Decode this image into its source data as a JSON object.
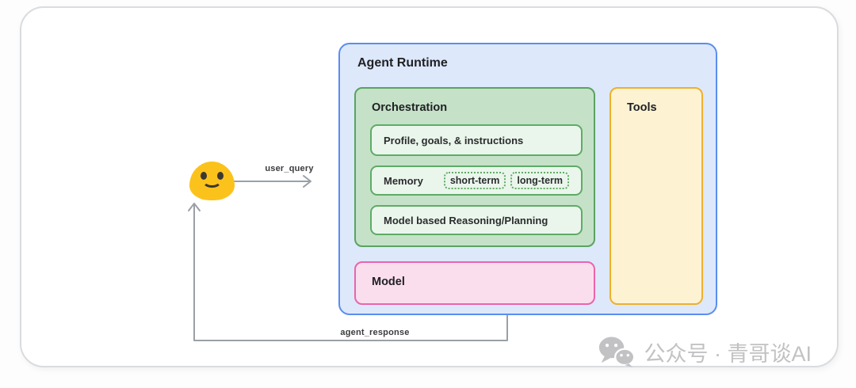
{
  "colors": {
    "card_border": "#d9dcdf",
    "runtime_fill": "#dde8fb",
    "runtime_border": "#5b8def",
    "orchestration_fill": "#c5e2c8",
    "orchestration_border": "#5aa360",
    "item_fill": "#eaf6eb",
    "item_border": "#5fab66",
    "tools_fill": "#fdf3d3",
    "tools_border": "#eeb02c",
    "model_fill": "#fbdeee",
    "model_border": "#ea64ab",
    "connector": "#9aa0a6",
    "emoji_yellow": "#fcc21c",
    "emoji_features": "#3b3732",
    "text_dark": "#202124",
    "watermark": "#c2c2c4"
  },
  "flows": {
    "request_label": "user_query",
    "response_label": "agent_response"
  },
  "agent_runtime": {
    "title": "Agent Runtime",
    "orchestration": {
      "title": "Orchestration",
      "profile_item": "Profile, goals, & instructions",
      "memory_item": "Memory",
      "memory_chips": [
        "short-term",
        "long-term"
      ],
      "reasoning_item": "Model based Reasoning/Planning"
    },
    "model_label": "Model",
    "tools_label": "Tools"
  },
  "watermark": {
    "text": "公众号 · 青哥谈AI"
  }
}
